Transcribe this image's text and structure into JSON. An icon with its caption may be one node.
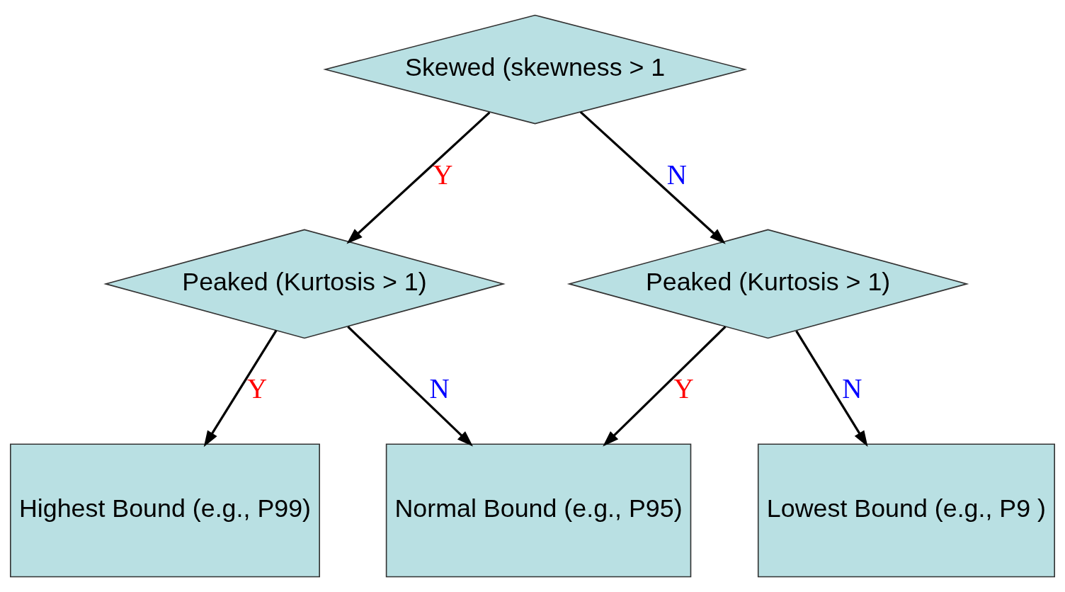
{
  "diagram": {
    "nodes": [
      {
        "text": [
          "Skewed (skewness > 1"
        ]
      },
      {
        "text": [
          "Peaked (Kurtosis > 1)"
        ]
      },
      {
        "text": [
          "Peaked (Kurtosis > 1)"
        ]
      },
      {
        "text": [
          "Highest Bound (e.g., P99)"
        ]
      },
      {
        "text": [
          "Normal Bound (e.g., P95)"
        ]
      },
      {
        "text": [
          "Lowest Bound (e.g., P9 )"
        ]
      }
    ],
    "edges": [
      {
        "from": 0,
        "to": 1,
        "arrow": "to",
        "label": "Y"
      },
      {
        "from": 0,
        "to": 2,
        "arrow": "to",
        "label": "N"
      },
      {
        "from": 1,
        "to": 3,
        "arrow": "to",
        "label": "Y"
      },
      {
        "from": 1,
        "to": 4,
        "arrow": "to",
        "label": "N"
      },
      {
        "from": 2,
        "to": 4,
        "arrow": "to",
        "label": "Y"
      },
      {
        "from": 2,
        "to": 5,
        "arrow": "to",
        "label": "N"
      }
    ]
  }
}
